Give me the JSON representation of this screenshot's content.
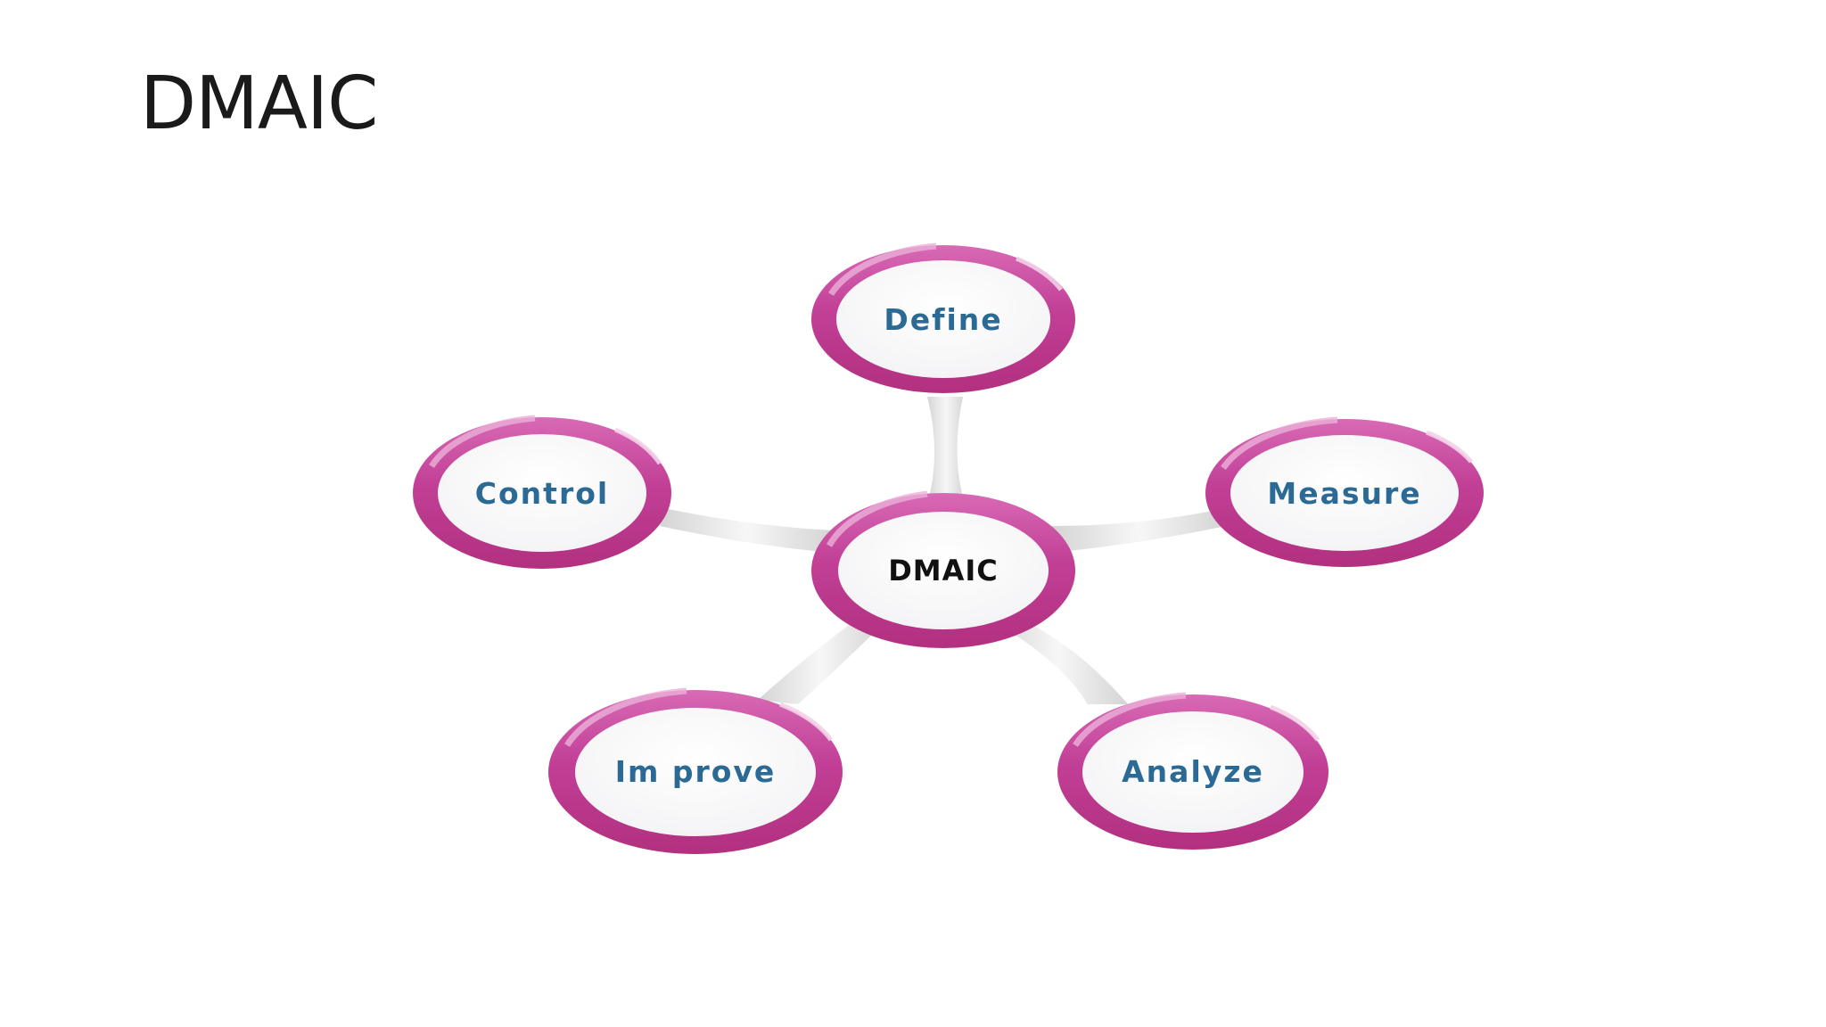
{
  "slide": {
    "title": "DMAIC"
  },
  "diagram": {
    "center": {
      "label": "DMAIC"
    },
    "nodes": [
      {
        "key": "define",
        "label": "Define"
      },
      {
        "key": "measure",
        "label": "Measure"
      },
      {
        "key": "analyze",
        "label": "Analyze"
      },
      {
        "key": "improve",
        "label": "Im prove"
      },
      {
        "key": "control",
        "label": "Control"
      }
    ],
    "colors": {
      "ring": "#c8449c",
      "ring_light": "#e7a6d3",
      "node_text": "#2b6a94",
      "center_text": "#111111",
      "connector": "#e6e6e6"
    }
  }
}
